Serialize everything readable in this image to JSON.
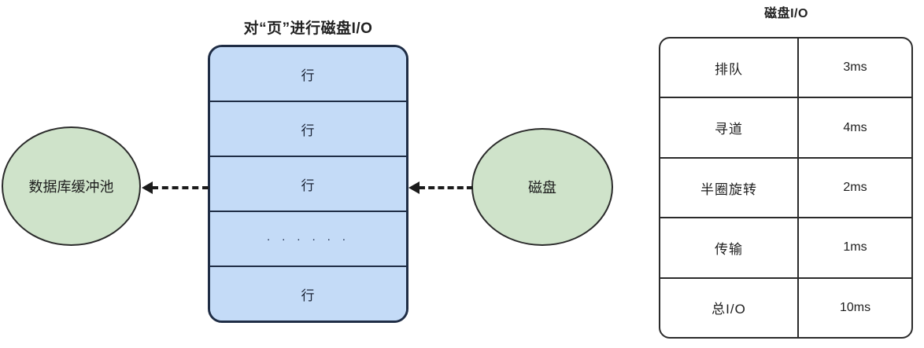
{
  "diagram": {
    "page_section": {
      "title": "对“页”进行磁盘I/O",
      "rows": [
        {
          "label": "行"
        },
        {
          "label": "行"
        },
        {
          "label": "行"
        },
        {
          "label": "· · · · · ·"
        },
        {
          "label": "行"
        }
      ]
    },
    "nodes": {
      "buffer_pool": "数据库缓冲池",
      "disk": "磁盘"
    },
    "arrows": [
      {
        "name": "disk-to-page",
        "direction": "left",
        "style": "dashed"
      },
      {
        "name": "page-to-buffer",
        "direction": "left",
        "style": "dashed"
      }
    ],
    "io_table": {
      "title": "磁盘I/O",
      "rows": [
        {
          "name": "排队",
          "value": "3ms"
        },
        {
          "name": "寻道",
          "value": "4ms"
        },
        {
          "name": "半圈旋转",
          "value": "2ms"
        },
        {
          "name": "传输",
          "value": "1ms"
        },
        {
          "name": "总I/O",
          "value": "10ms"
        }
      ]
    },
    "colors": {
      "node_fill": "#cfe3ca",
      "node_stroke": "#2b2b2b",
      "page_fill": "#c4dbf7",
      "page_stroke": "#1f2d45",
      "table_stroke": "#2b2b2b",
      "background": "#ffffff"
    }
  },
  "chart_data": {
    "type": "table",
    "title": "磁盘I/O",
    "categories": [
      "排队",
      "寻道",
      "半圈旋转",
      "传输",
      "总I/O"
    ],
    "values": [
      3,
      4,
      2,
      1,
      10
    ],
    "unit": "ms",
    "xlabel": "",
    "ylabel": ""
  }
}
